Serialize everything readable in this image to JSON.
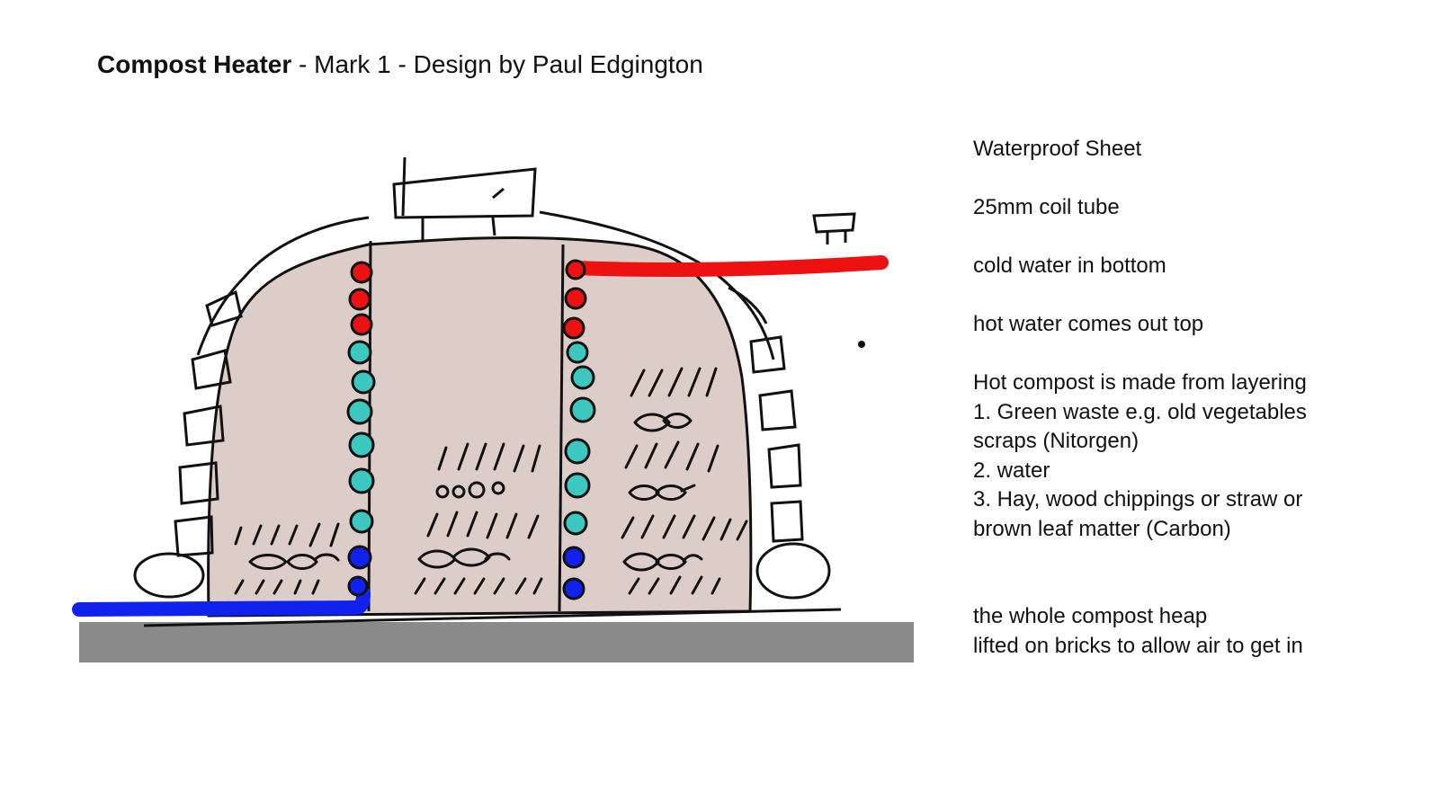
{
  "title": {
    "bold": "Compost Heater",
    "rest": " - Mark 1 - Design by Paul Edgington"
  },
  "notes": {
    "waterproof_sheet": "Waterproof Sheet",
    "coil_tube": "25mm coil tube",
    "cold_water": "cold water in bottom",
    "hot_water": "hot water comes out top",
    "layering_intro": "Hot compost is made from layering",
    "layer_1a": "1. Green waste e.g. old vegetables",
    "layer_1b": "scraps (Nitorgen)",
    "layer_2": "2. water",
    "layer_3a": "3. Hay, wood chippings or straw or",
    "layer_3b": "brown leaf matter (Carbon)",
    "heap_1": "the whole compost heap",
    "heap_2": "lifted on bricks to allow air to get in"
  },
  "colors": {
    "compost": "#dccdc8",
    "ground": "#8a8a8a",
    "hot_pipe": "#ee1111",
    "cold_pipe": "#1122ee",
    "coil_cold": "#3cc8c0",
    "ink": "#111111"
  }
}
